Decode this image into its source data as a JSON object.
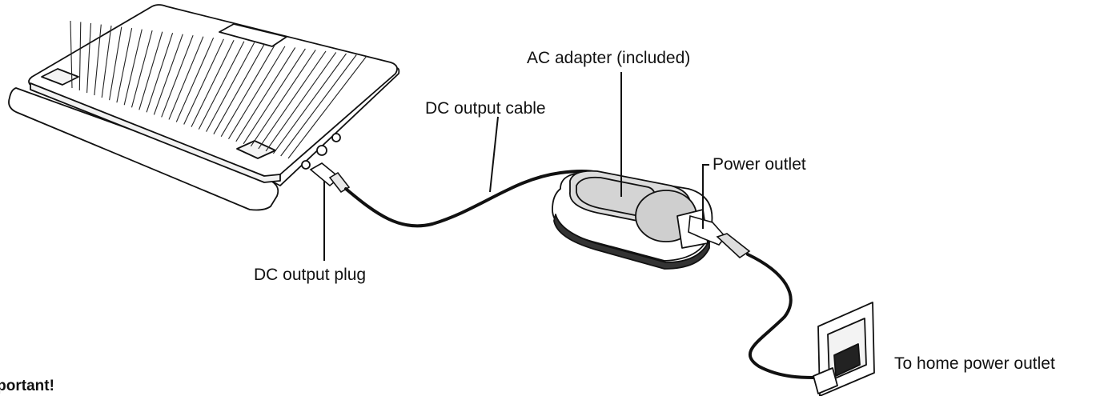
{
  "labels": {
    "ac_adapter": "AC adapter (included)",
    "dc_output_cable": "DC output cable",
    "power_outlet": "Power outlet",
    "dc_output_plug": "DC output plug",
    "home_power_outlet": "To home power outlet",
    "important_note": "Important!"
  },
  "colors": {
    "line": "#111111",
    "device_fill": "#ffffff",
    "shade": "#dcdcdc"
  }
}
